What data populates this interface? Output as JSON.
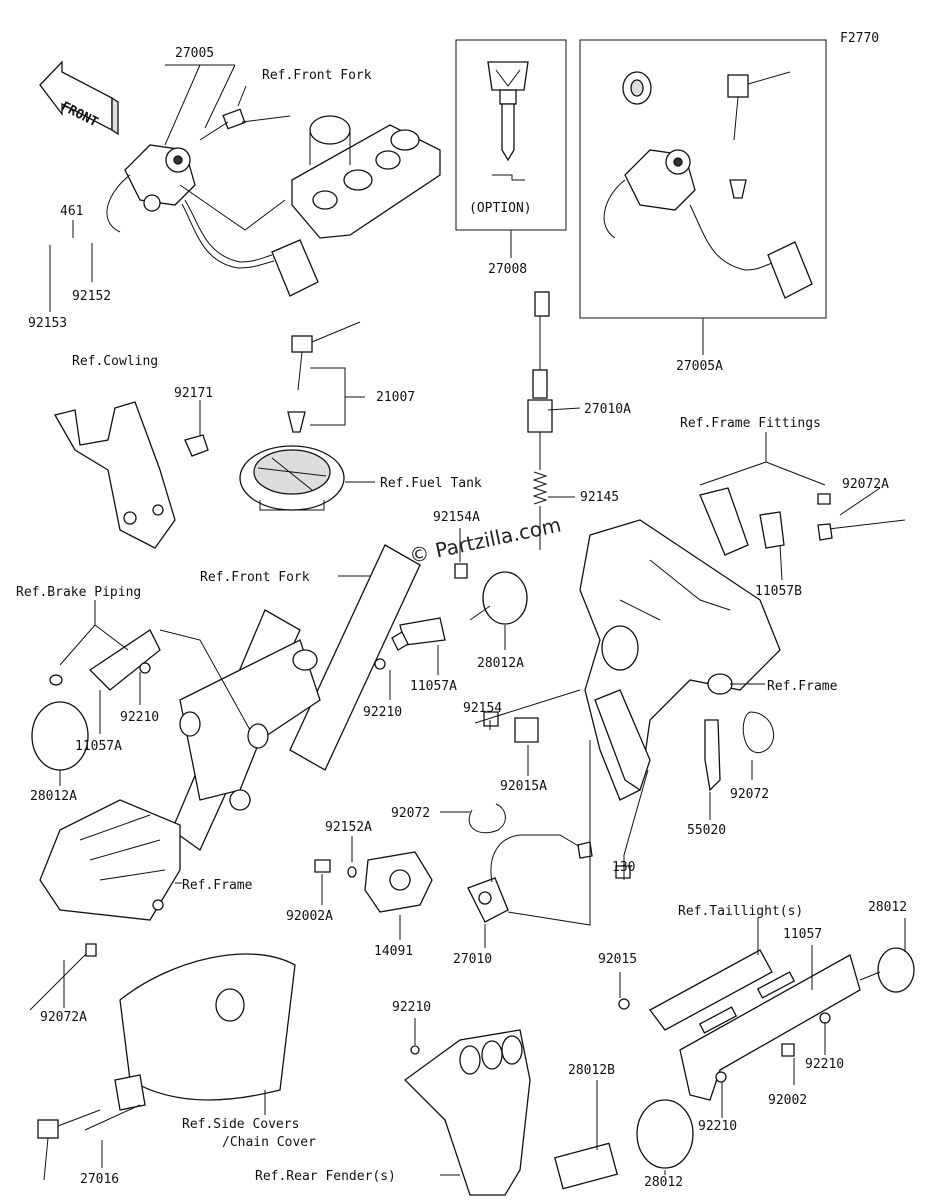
{
  "figure_code": "F2770",
  "watermark": "© Partzilla.com",
  "front_arrow": "FRONT",
  "option_label": "(OPTION)",
  "parts": {
    "p27005": "27005",
    "p461": "461",
    "p92152": "92152",
    "p92153": "92153",
    "p27008": "27008",
    "p27005A": "27005A",
    "p21007": "21007",
    "p92171": "92171",
    "p27010A": "27010A",
    "p92145": "92145",
    "p92154A": "92154A",
    "p92072A_r": "92072A",
    "p11057B": "11057B",
    "p28012A_c": "28012A",
    "p11057A_c": "11057A",
    "p92210_c": "92210",
    "p92210_l": "92210",
    "p11057A_l": "11057A",
    "p28012A_l": "28012A",
    "p92154": "92154",
    "p92015A": "92015A",
    "p92072_r": "92072",
    "p55020": "55020",
    "p130": "130",
    "p92072_c": "92072",
    "p92152A": "92152A",
    "p92002A": "92002A",
    "p14091": "14091",
    "p27010": "27010",
    "p92072A_l": "92072A",
    "p28012_r": "28012",
    "p11057": "11057",
    "p92015": "92015",
    "p92210_r": "92210",
    "p92002": "92002",
    "p92210_b": "92210",
    "p28012_b": "28012",
    "p92210_t": "92210",
    "p28012B": "28012B",
    "p27016": "27016"
  },
  "refs": {
    "front_fork_top": "Ref.Front Fork",
    "cowling": "Ref.Cowling",
    "fuel_tank": "Ref.Fuel Tank",
    "frame_fittings": "Ref.Frame Fittings",
    "brake_piping": "Ref.Brake Piping",
    "front_fork_mid": "Ref.Front Fork",
    "frame_right": "Ref.Frame",
    "frame_left": "Ref.Frame",
    "taillights": "Ref.Taillight(s)",
    "side_covers": "Ref.Side Covers",
    "chain_cover": "/Chain Cover",
    "rear_fender": "Ref.Rear Fender(s)"
  }
}
